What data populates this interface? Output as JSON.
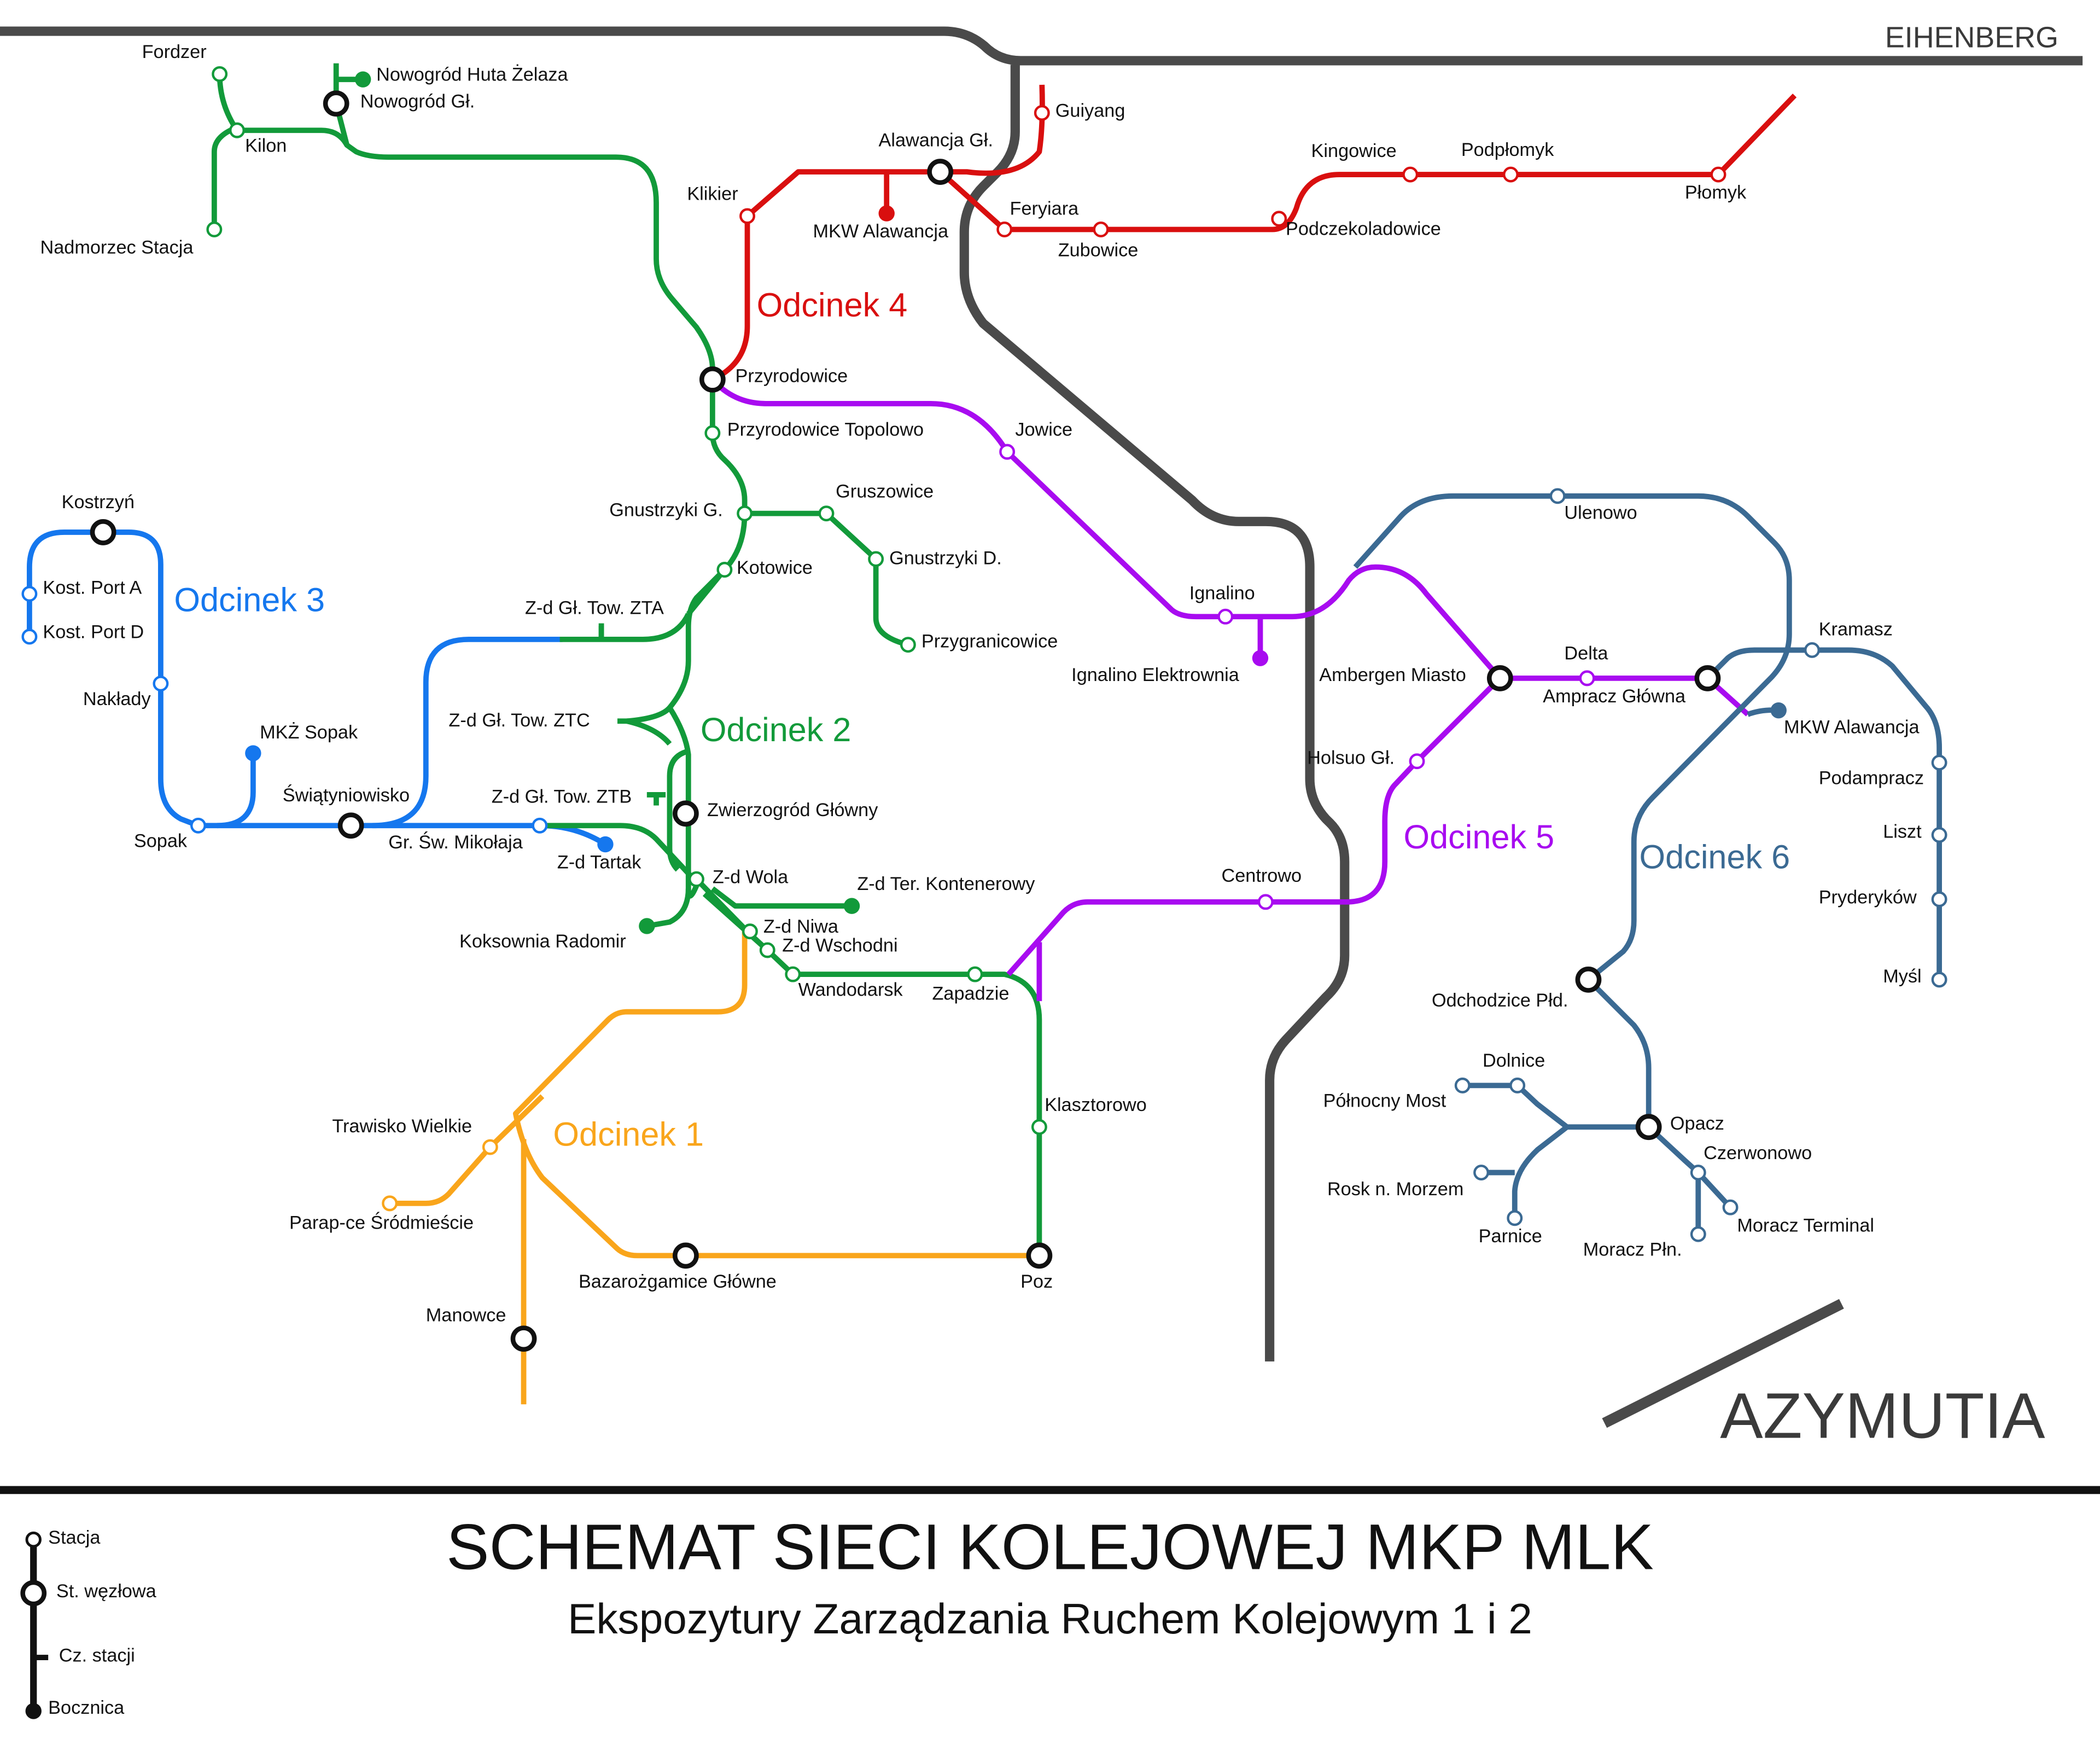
{
  "title": "SCHEMAT SIECI KOLEJOWEJ MKP MLK",
  "subtitle": "Ekspozytury Zarządzania Ruchem Kolejowym 1 i 2",
  "external": {
    "north": "EIHENBERG",
    "southeast": "AZYMUTIA"
  },
  "sections": [
    {
      "name": "Odcinek 1",
      "color": "#F9A51B"
    },
    {
      "name": "Odcinek 2",
      "color": "#129A3A"
    },
    {
      "name": "Odcinek 3",
      "color": "#1577EE"
    },
    {
      "name": "Odcinek 4",
      "color": "#D90F0F"
    },
    {
      "name": "Odcinek 5",
      "color": "#A80BF0"
    },
    {
      "name": "Odcinek 6",
      "color": "#3B6A93"
    }
  ],
  "legend": [
    "Stacja",
    "St. węzłowa",
    "Cz. stacji",
    "Bocznica"
  ],
  "stations": {
    "s1": [
      "Bazarożgamice Główne",
      "Poz",
      "Manowce",
      "Trawisko Wielkie",
      "Parap-ce Śródmieście"
    ],
    "s2": [
      "Nowogród Huta Żelaza",
      "Nowogród Gł.",
      "Fordzer",
      "Kilon",
      "Nadmorzec Stacja",
      "Przyrodowice",
      "Przyrodowice Topolowo",
      "Gnustrzyki G.",
      "Gruszowice",
      "Gnustrzyki D.",
      "Przygranicowice",
      "Kotowice",
      "Z-d Gł. Tow. ZTA",
      "Z-d Gł. Tow. ZTC",
      "Z-d Gł. Tow. ZTB",
      "Zwierzogród Główny",
      "Z-d Wola",
      "Z-d Ter. Kontenerowy",
      "Koksownia Radomir",
      "Z-d Niwa",
      "Z-d Wschodni",
      "Wandodarsk",
      "Zapadzie",
      "Klasztorowo"
    ],
    "s3": [
      "Kostrzyń",
      "Kost. Port A",
      "Kost. Port D",
      "Nakłady",
      "Sopak",
      "MKŻ Sopak",
      "Świątyniowisko",
      "Gr. Św. Mikołaja",
      "Z-d Tartak"
    ],
    "s4": [
      "Klikier",
      "Alawancja Gł.",
      "MKW Alawancja",
      "Guiyang",
      "Feryiara",
      "Zubowice",
      "Podczekoladowice",
      "Kingowice",
      "Podpłomyk",
      "Płomyk"
    ],
    "s5": [
      "Jowice",
      "Ignalino",
      "Ignalino Elektrownia",
      "Ambergen Miasto",
      "Delta",
      "Ampracz Główna",
      "Holsuo Gł.",
      "Centrowo"
    ],
    "s6": [
      "Ulenowo",
      "Kramasz",
      "MKW Alawancja",
      "Podampracz",
      "Liszt",
      "Pryderyków",
      "Myśl",
      "Odchodzice Płd.",
      "Opacz",
      "Dolnice",
      "Północny Most",
      "Rosk n. Morzem",
      "Parnice",
      "Czerwonowo",
      "Moracz Terminal",
      "Moracz Płn."
    ]
  }
}
